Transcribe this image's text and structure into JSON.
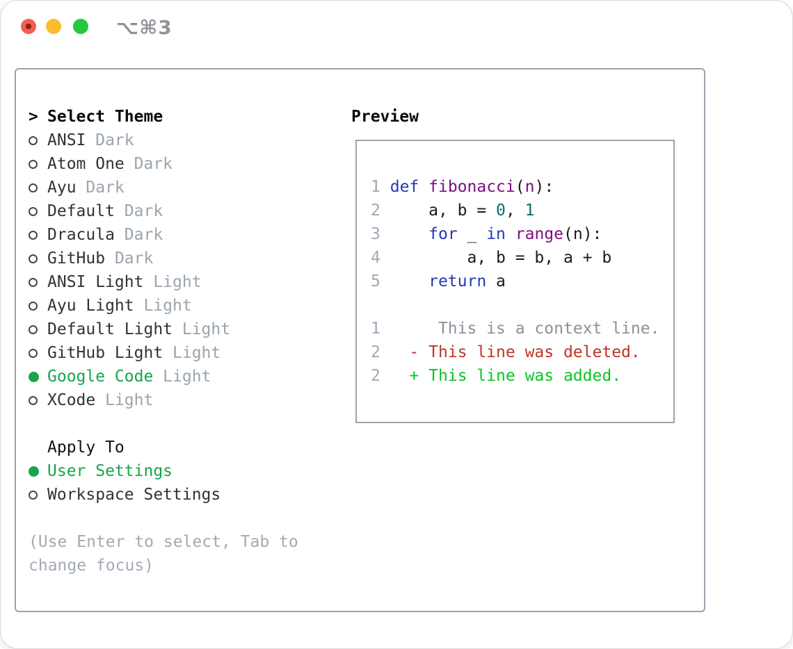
{
  "window": {
    "title": "⌥⌘3"
  },
  "colors": {
    "accent_green": "#17a54a",
    "diff_added": "#0cc426",
    "diff_deleted": "#c03527",
    "context_gray": "#8b9199",
    "code_keyword": "#2737b5",
    "code_function": "#7e0d7e",
    "code_number": "#0c6c6c",
    "muted_variant": "#9aa4ae",
    "line_number": "#9fa9b6",
    "panel_border": "#9aa2ad"
  },
  "theme_list": {
    "header_marker": ">",
    "header": "Select Theme",
    "items": [
      {
        "label": "ANSI",
        "variant": "Dark",
        "selected": false
      },
      {
        "label": "Atom One",
        "variant": "Dark",
        "selected": false
      },
      {
        "label": "Ayu",
        "variant": "Dark",
        "selected": false
      },
      {
        "label": "Default",
        "variant": "Dark",
        "selected": false
      },
      {
        "label": "Dracula",
        "variant": "Dark",
        "selected": false
      },
      {
        "label": "GitHub",
        "variant": "Dark",
        "selected": false
      },
      {
        "label": "ANSI Light",
        "variant": "Light",
        "selected": false
      },
      {
        "label": "Ayu Light",
        "variant": "Light",
        "selected": false
      },
      {
        "label": "Default Light",
        "variant": "Light",
        "selected": false
      },
      {
        "label": "GitHub Light",
        "variant": "Light",
        "selected": false
      },
      {
        "label": "Google Code",
        "variant": "Light",
        "selected": true
      },
      {
        "label": "XCode",
        "variant": "Light",
        "selected": false
      }
    ]
  },
  "apply_to": {
    "header": "Apply To",
    "options": [
      {
        "label": "User Settings",
        "selected": true
      },
      {
        "label": "Workspace Settings",
        "selected": false
      }
    ]
  },
  "hint": "(Use Enter to select, Tab to change focus)",
  "preview": {
    "header": "Preview",
    "lines": [
      [
        {
          "t": "1",
          "c": "ln"
        },
        {
          "t": " ",
          "c": "pln"
        },
        {
          "t": "def",
          "c": "kw"
        },
        {
          "t": " ",
          "c": "pln"
        },
        {
          "t": "fibonacci",
          "c": "fn"
        },
        {
          "t": "(",
          "c": "pln"
        },
        {
          "t": "n",
          "c": "fn"
        },
        {
          "t": "):",
          "c": "pln"
        }
      ],
      [
        {
          "t": "2",
          "c": "ln"
        },
        {
          "t": "     a, b = ",
          "c": "pln"
        },
        {
          "t": "0",
          "c": "num"
        },
        {
          "t": ", ",
          "c": "pln"
        },
        {
          "t": "1",
          "c": "num"
        }
      ],
      [
        {
          "t": "3",
          "c": "ln"
        },
        {
          "t": "     ",
          "c": "pln"
        },
        {
          "t": "for",
          "c": "kw"
        },
        {
          "t": " _ ",
          "c": "pln"
        },
        {
          "t": "in",
          "c": "kw"
        },
        {
          "t": " ",
          "c": "pln"
        },
        {
          "t": "range",
          "c": "fn"
        },
        {
          "t": "(n):",
          "c": "pln"
        }
      ],
      [
        {
          "t": "4",
          "c": "ln"
        },
        {
          "t": "         a, b = b, a + b",
          "c": "pln"
        }
      ],
      [
        {
          "t": "5",
          "c": "ln"
        },
        {
          "t": "     ",
          "c": "pln"
        },
        {
          "t": "return",
          "c": "kw"
        },
        {
          "t": " a",
          "c": "pln"
        }
      ],
      [],
      [
        {
          "t": "1",
          "c": "ln"
        },
        {
          "t": "      This is a context line.",
          "c": "ctx"
        }
      ],
      [
        {
          "t": "2",
          "c": "ln"
        },
        {
          "t": "   ",
          "c": "pln"
        },
        {
          "t": "- This line was deleted.",
          "c": "del"
        }
      ],
      [
        {
          "t": "2",
          "c": "ln"
        },
        {
          "t": "   ",
          "c": "pln"
        },
        {
          "t": "+ This line was added.",
          "c": "add"
        }
      ]
    ]
  }
}
